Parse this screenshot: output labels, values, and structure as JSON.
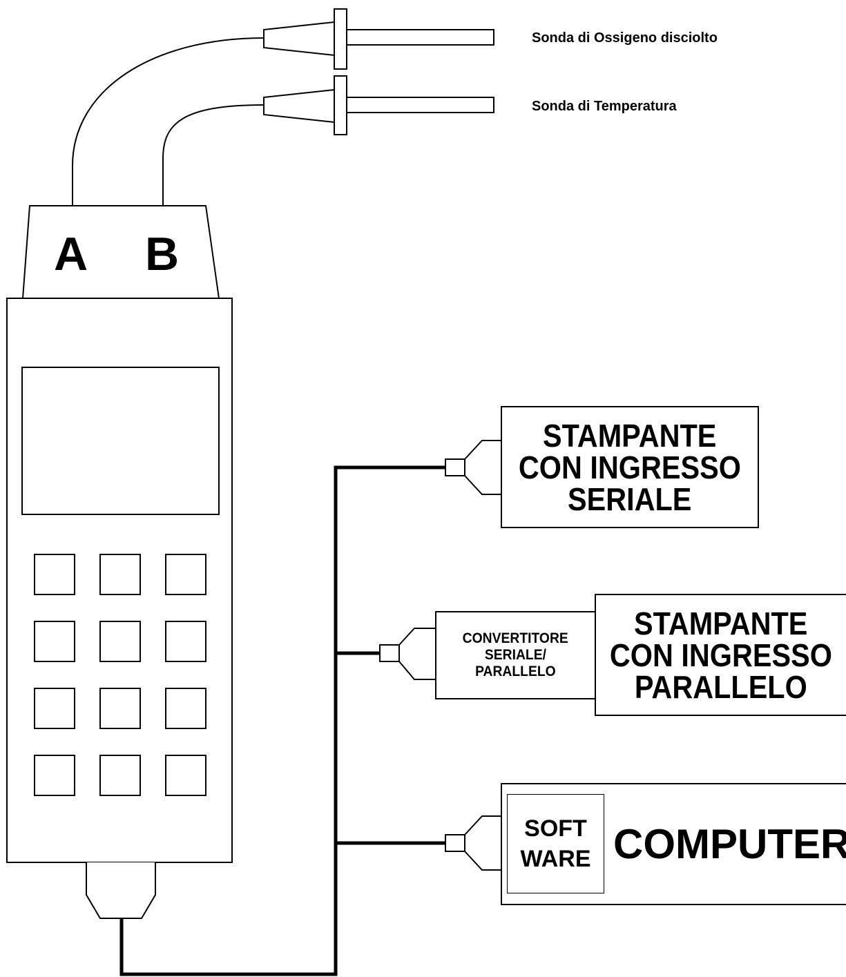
{
  "probes": {
    "oxygen_label": "Sonda di Ossigeno disciolto",
    "temperature_label": "Sonda di Temperatura"
  },
  "meter": {
    "input_a": "A",
    "input_b": "B"
  },
  "serial_printer": {
    "lines": [
      "STAMPANTE",
      "CON INGRESSO",
      "SERIALE"
    ]
  },
  "converter": {
    "lines": [
      "CONVERTITORE",
      "SERIALE/",
      "PARALLELO"
    ]
  },
  "parallel_printer": {
    "lines": [
      "STAMPANTE",
      "CON INGRESSO",
      "PARALLELO"
    ]
  },
  "computer": {
    "software_lines": [
      "SOFT",
      "WARE"
    ],
    "label": "COMPUTER"
  },
  "colors": {
    "line": "#000000",
    "background": "#ffffff"
  }
}
